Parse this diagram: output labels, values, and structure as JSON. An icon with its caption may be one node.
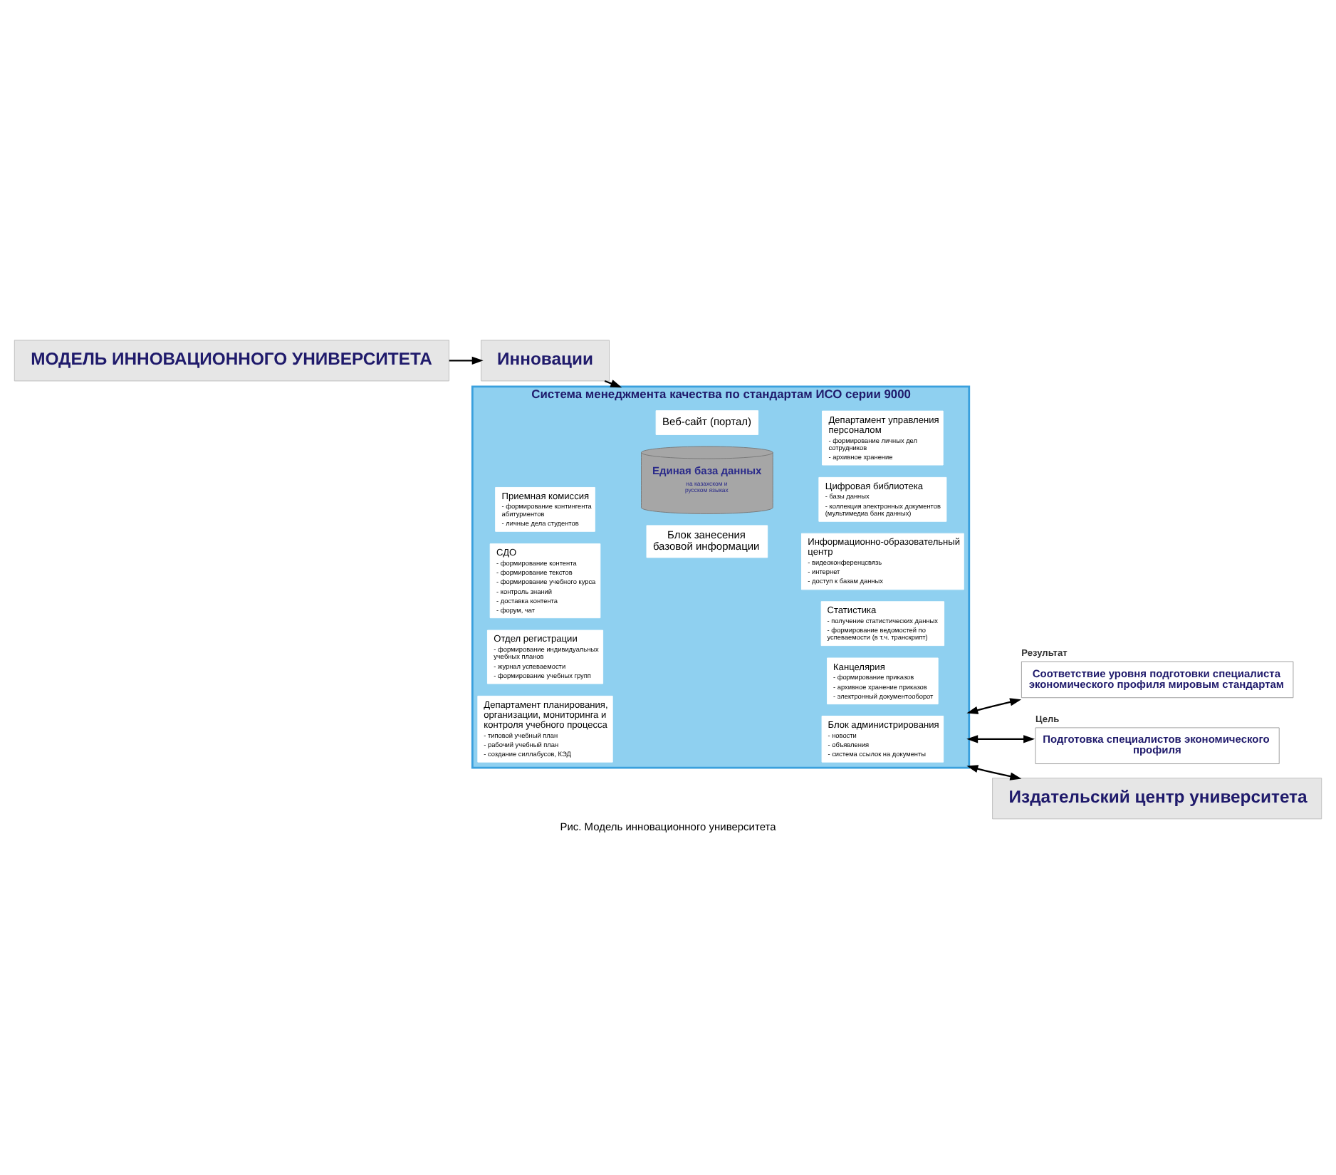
{
  "diagram": {
    "caption": "Рис. Модель инновационного университета",
    "nodes": [
      {
        "text": [
          "МОДЕЛЬ ИННОВАЦИОННОГО УНИВЕРСИТЕТА"
        ]
      },
      {
        "text": [
          "Инновации"
        ]
      },
      {
        "text": [
          "Соответствие уровня подготовки специалиста экономического профиля мировым стандартам"
        ],
        "beside": [
          "Результат"
        ]
      },
      {
        "text": [
          "Система менеджмента качества по стандартам ИСО серии 9000"
        ]
      },
      {
        "text": [
          "Приемная комиссия",
          "- формирование контингента абитуриентов",
          "- личные дела студентов"
        ],
        "in": 3
      },
      {
        "text": [
          "СДО",
          "- формирование контента",
          "- формирование текстов",
          "- формирование учебного курса",
          "- контроль знаний",
          "- доставка контента",
          "- форум, чат"
        ],
        "in": 3
      },
      {
        "text": [
          "Отдел регистрации",
          "- формирование индивидуальных учебных планов",
          "- журнал успеваемости",
          "- формирование учебных групп"
        ],
        "in": 3
      },
      {
        "text": [
          "Департамент планирования, организации, мониторинга и контроля учебного процесса",
          "- типовой учебный план",
          "- рабочий учебный план",
          "- создание силлабусов, КЭД"
        ],
        "in": 3
      },
      {
        "text": [
          "Блок занесения базовой информации"
        ],
        "in": 3
      },
      {
        "text": [
          "Единая база данных",
          "на казахском и русском языках"
        ],
        "in": 3
      },
      {
        "text": [
          "Веб-сайт (портал)"
        ],
        "in": 3
      },
      {
        "text": [
          "Департамент управления персоналом",
          "- формирование личных дел сотрудников",
          "- архивное хранение"
        ],
        "in": 3
      },
      {
        "text": [
          "Цифровая библиотека",
          "- базы данных",
          "- коллекция электронных документов (мультимедиа банк данных)"
        ],
        "in": 3
      },
      {
        "text": [
          "Информационно-образовательный центр",
          "- видеоконференцсвязь",
          "- интернет",
          "- доступ к базам данных"
        ],
        "in": 3
      },
      {
        "text": [
          "Статистика",
          "- получение статистических данных",
          "- формирование ведомостей по успеваемости (в т.ч. транскрипт)"
        ],
        "in": 3
      },
      {
        "text": [
          "Канцелярия",
          "- формирование приказов",
          "- архивное хранение приказов",
          "- электронный документооборот"
        ],
        "in": 3
      },
      {
        "text": [
          "Блок администрирования",
          "- новости",
          "- объявления",
          "- система ссылок на документы"
        ],
        "in": 3
      },
      {
        "text": [
          "Подготовка специалистов экономического профиля"
        ],
        "beside": [
          "Цель"
        ]
      },
      {
        "text": [
          "Издательский центр университета"
        ]
      }
    ],
    "edges": [
      {
        "from": 0,
        "to": 1,
        "arrow": "to"
      },
      {
        "from": 1,
        "to": 3,
        "arrow": "to"
      },
      {
        "from": 3,
        "to": 2,
        "arrow": "both"
      },
      {
        "from": 3,
        "to": 18,
        "arrow": "both"
      },
      {
        "from": 3,
        "to": 17,
        "arrow": "both"
      }
    ]
  }
}
